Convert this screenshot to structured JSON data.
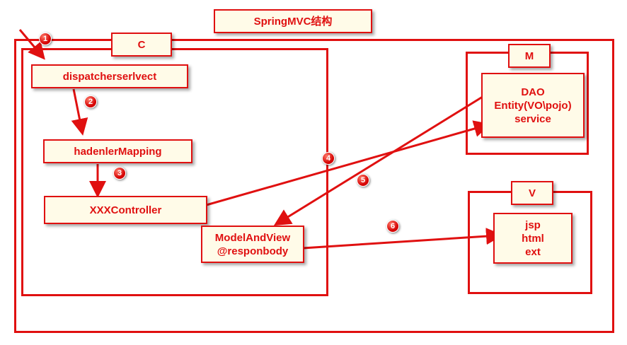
{
  "title": "SpringMVC结构",
  "controller": {
    "label": "C",
    "dispatcher": "dispatcherserlvect",
    "mapping": "hadenlerMapping",
    "controller": "XXXController",
    "modelview": [
      "ModelAndView",
      "@responbody"
    ]
  },
  "model": {
    "label": "M",
    "content": [
      "DAO",
      "Entity(VO\\pojo)",
      "service"
    ]
  },
  "view": {
    "label": "V",
    "content": [
      "jsp",
      "html",
      "ext"
    ]
  },
  "steps": [
    "1",
    "2",
    "3",
    "4",
    "5",
    "6"
  ],
  "colors": {
    "accent": "#e01010",
    "box_fill": "#fffbe8"
  }
}
